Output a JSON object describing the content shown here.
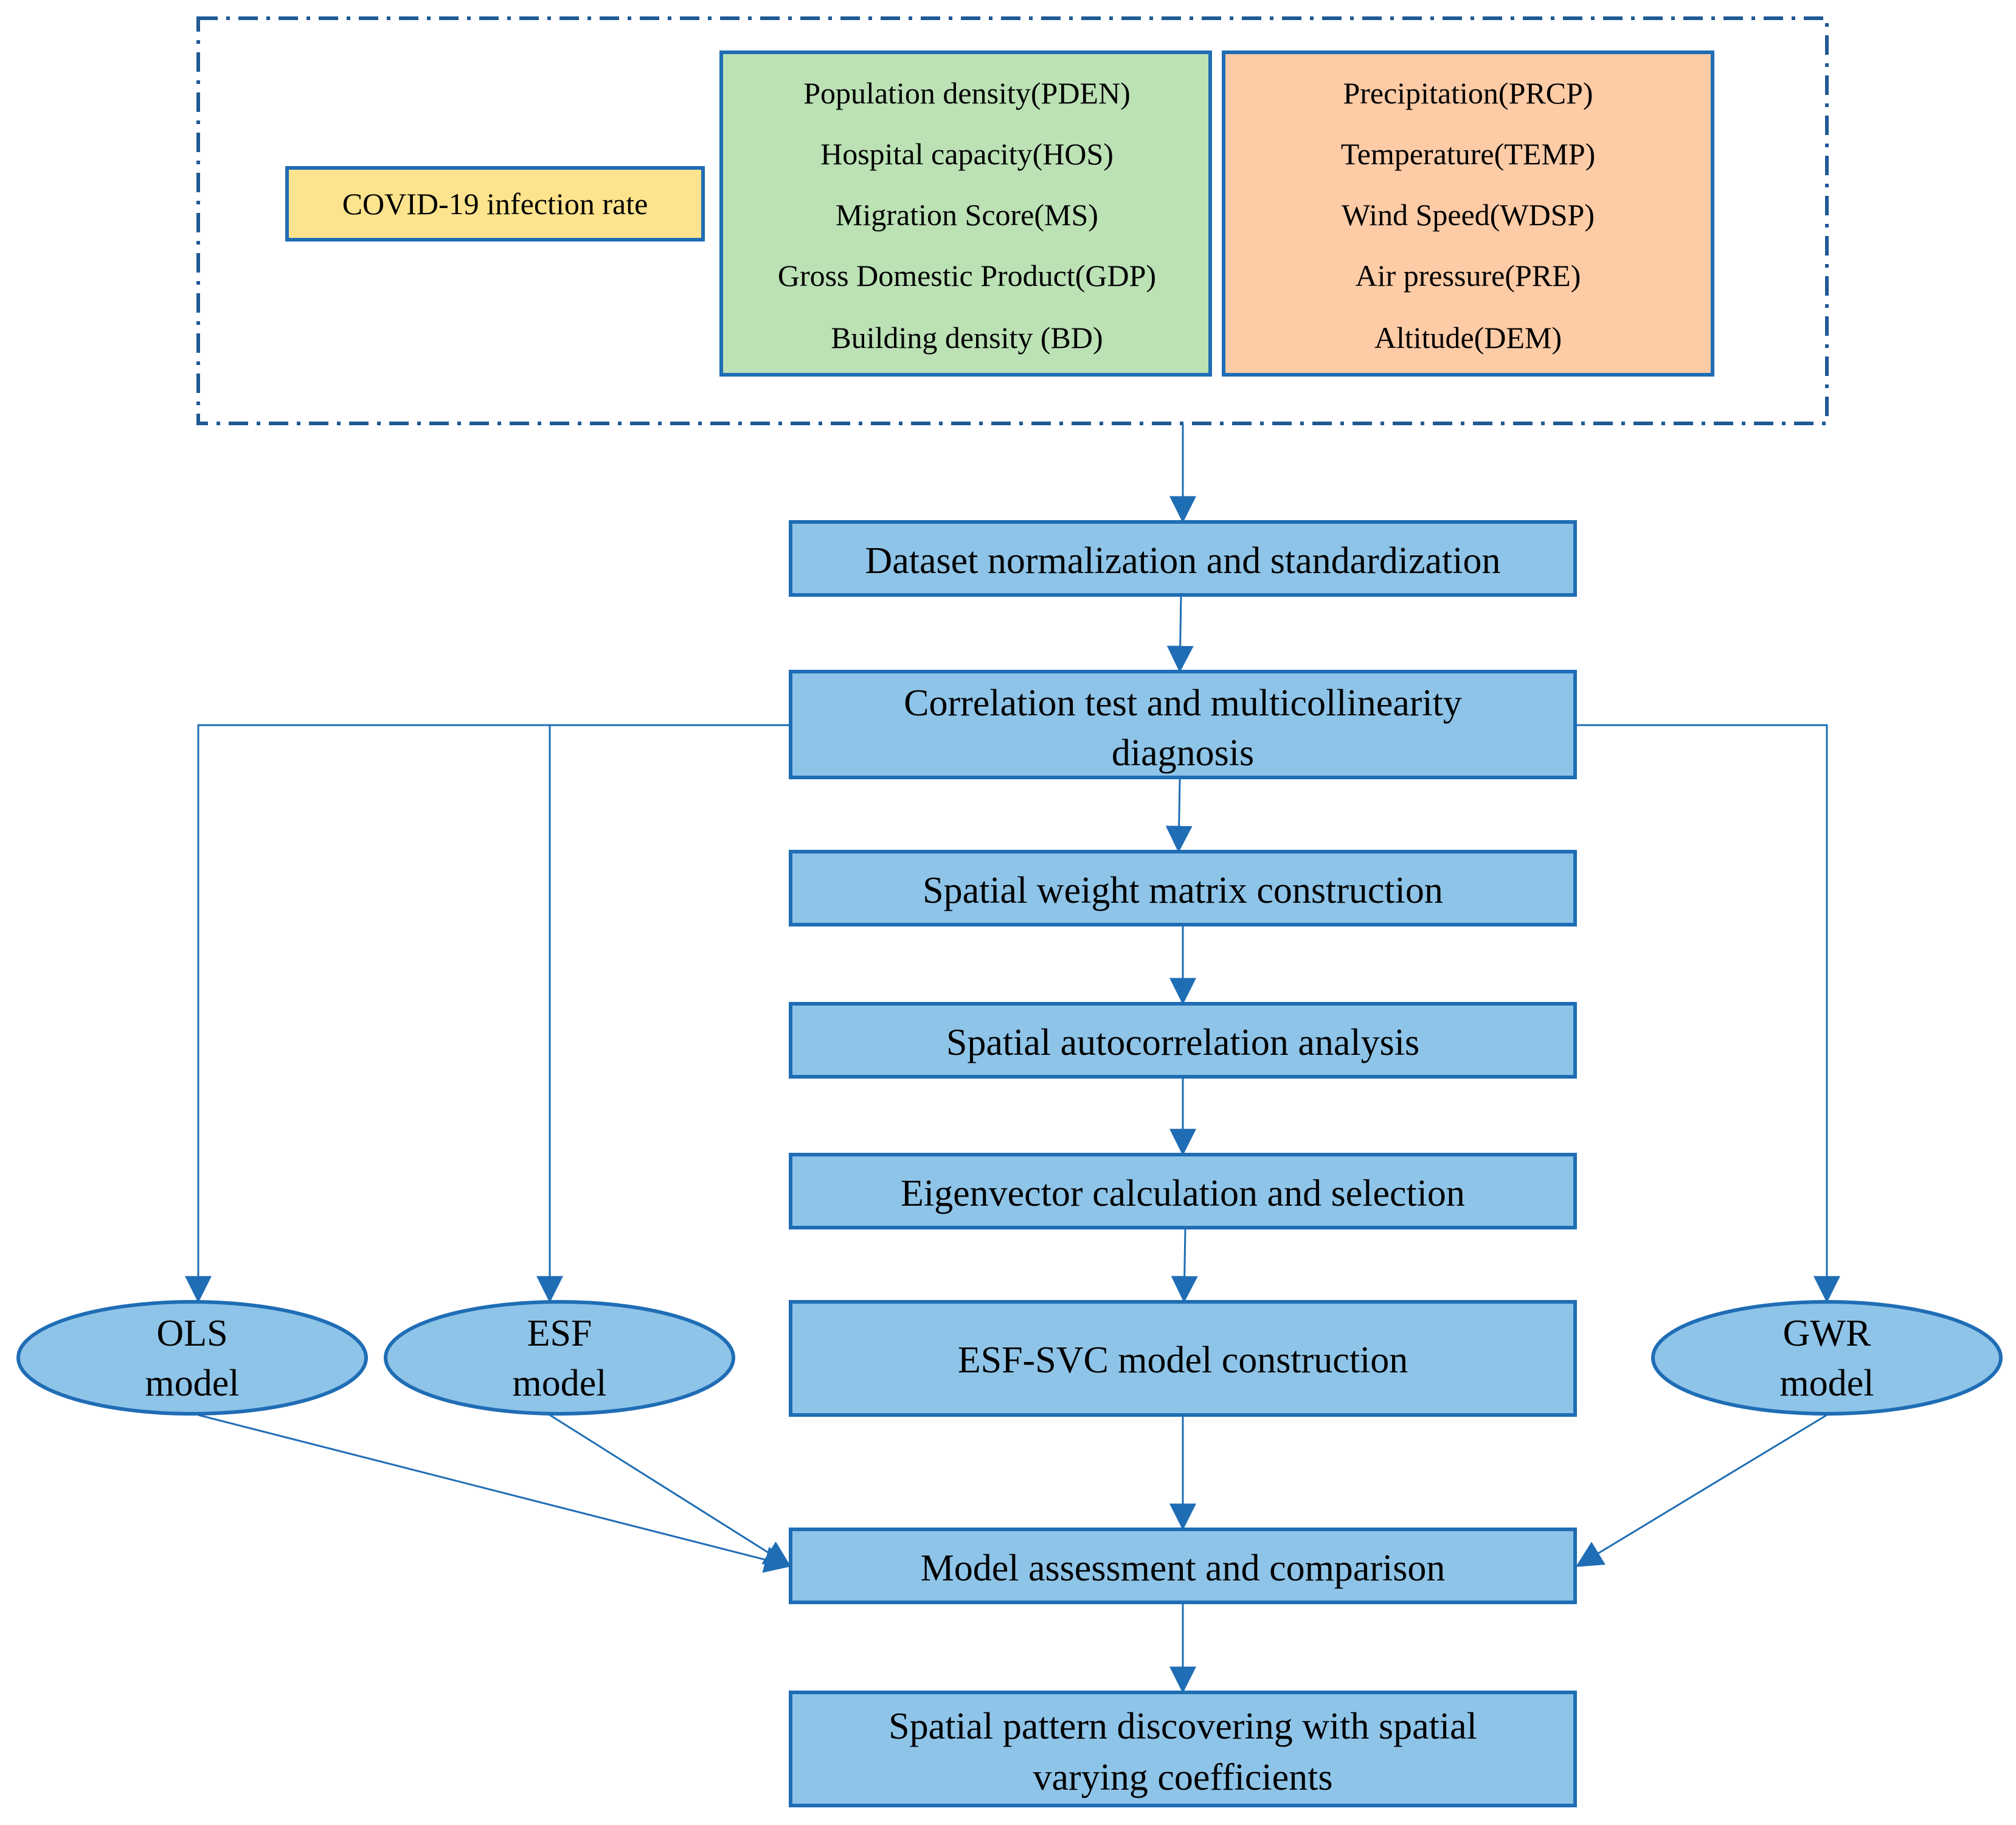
{
  "colors": {
    "border": "#1f6db5",
    "arrow": "#1f6db5",
    "dashed_frame": "#1f5a94",
    "process_fill": "#8ec4e8",
    "target_fill": "#fde38d",
    "socio_fill": "#bbe1b5",
    "climate_fill": "#fdcba6"
  },
  "inputs": {
    "target": "COVID-19 infection rate",
    "socioeconomic": [
      "Population density(PDEN)",
      "Hospital capacity(HOS)",
      "Migration Score(MS)",
      "Gross Domestic Product(GDP)",
      "Building density (BD)"
    ],
    "environmental": [
      "Precipitation(PRCP)",
      "Temperature(TEMP)",
      "Wind Speed(WDSP)",
      "Air pressure(PRE)",
      "Altitude(DEM)"
    ]
  },
  "steps": {
    "normalization": "Dataset normalization and standardization",
    "correlation": [
      "Correlation test and multicollinearity",
      "diagnosis"
    ],
    "weight_matrix": "Spatial weight matrix construction",
    "autocorrelation": "Spatial autocorrelation analysis",
    "eigenvector": "Eigenvector calculation and selection",
    "esf_svc": "ESF-SVC model construction",
    "assessment": "Model assessment and comparison",
    "pattern": [
      "Spatial pattern discovering with spatial",
      "varying coefficients"
    ]
  },
  "models": {
    "ols": [
      "OLS",
      "model"
    ],
    "esf": [
      "ESF",
      "model"
    ],
    "gwr": [
      "GWR",
      "model"
    ]
  }
}
